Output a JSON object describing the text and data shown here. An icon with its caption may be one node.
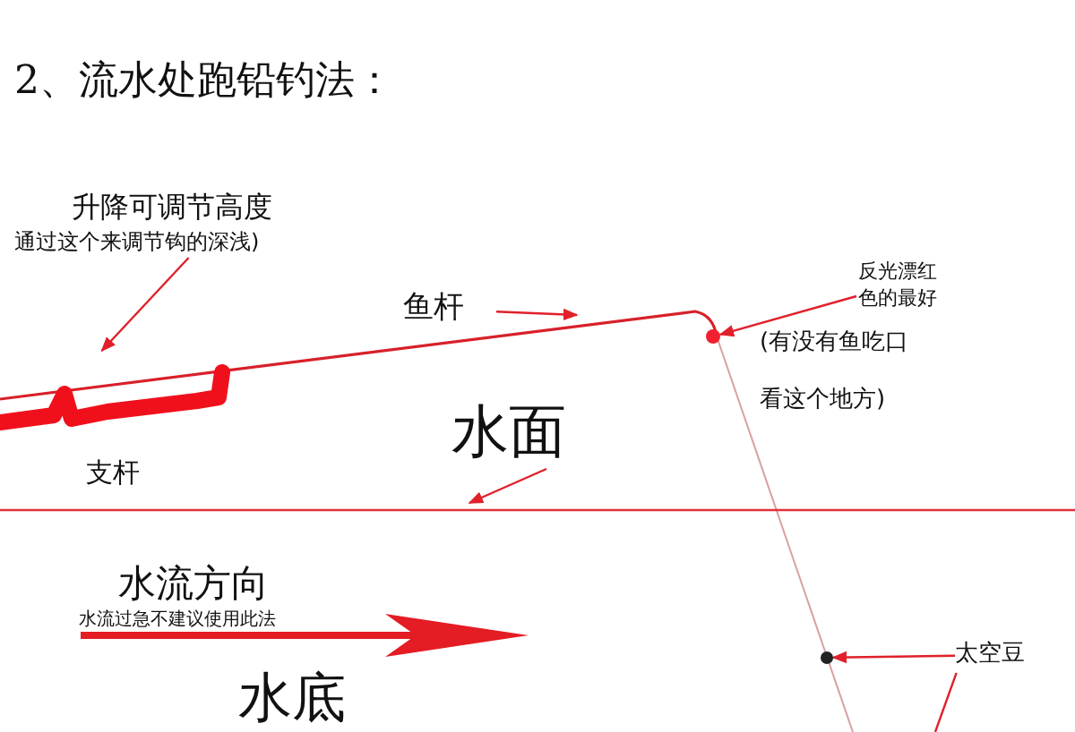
{
  "diagram": {
    "title": "2、流水处跑铅钓法：",
    "nodes": [
      {
        "text": [
          "升降可调节高度",
          "通过这个来调节钩的深浅)"
        ]
      },
      {
        "text": [],
        "shape": "picture"
      },
      {
        "text": [
          "鱼杆"
        ]
      },
      {
        "text": [
          "反光漂红色的最好"
        ]
      },
      {
        "text": [],
        "shape": "circle"
      },
      {
        "text": [
          "水面"
        ]
      },
      {
        "text": [
          "太空豆"
        ]
      },
      {
        "text": [],
        "shape": "circle"
      }
    ],
    "edges": [
      {
        "from": 0,
        "to": 1,
        "arrow": "to"
      },
      {
        "from": 2,
        "to": null,
        "arrow": "to"
      },
      {
        "from": 3,
        "to": 4,
        "arrow": "to"
      },
      {
        "from": 5,
        "to": null,
        "arrow": "to"
      },
      {
        "from": 6,
        "to": 7,
        "arrow": "to"
      },
      {
        "from": 6,
        "to": null,
        "arrow": "none"
      }
    ],
    "labels": [
      "支杆",
      "(有没有鱼吃口看这个地方)",
      "水流方向",
      "水流过急不建议使用此法",
      "水底"
    ]
  }
}
